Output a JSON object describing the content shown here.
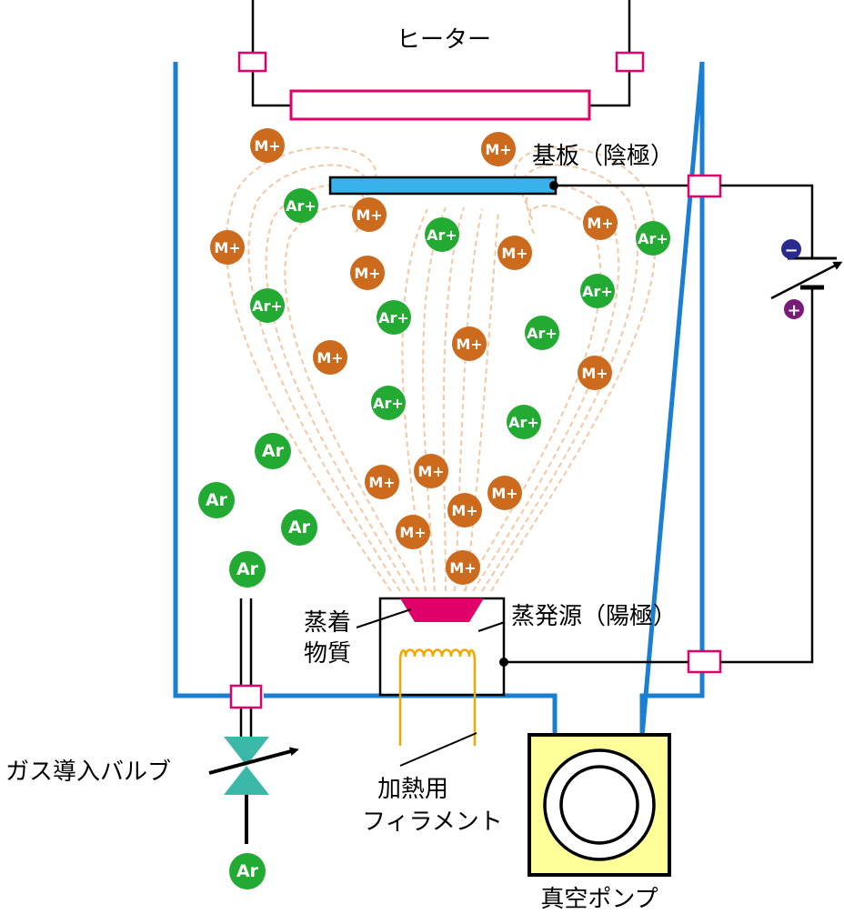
{
  "labels": {
    "heater": "ヒーター",
    "substrate": "基板（陰極）",
    "source": "蒸発源（陽極）",
    "material_line1": "蒸着",
    "material_line2": "物質",
    "filament_line1": "加熱用",
    "filament_line2": "フィラメント",
    "gas_valve": "ガス導入バルブ",
    "pump": "真空ポンプ",
    "minus": "−",
    "plus": "+"
  },
  "particles": {
    "metal_ion": "M+",
    "argon_ion": "Ar+",
    "argon": "Ar"
  },
  "colors": {
    "chamber": "#1a7fd0",
    "metal_ion": "#cc6a1e",
    "argon": "#22aa33",
    "heater_border": "#e0006a",
    "substrate_fill": "#39b2ec",
    "crucible": "#e0006a",
    "filament": "#f0a800",
    "valve": "#3cb8a8",
    "pump_fill": "#ffff99",
    "field_lines": "#f5c7a3",
    "minus_badge": "#2a2a8c",
    "plus_badge": "#7a1a7a"
  }
}
